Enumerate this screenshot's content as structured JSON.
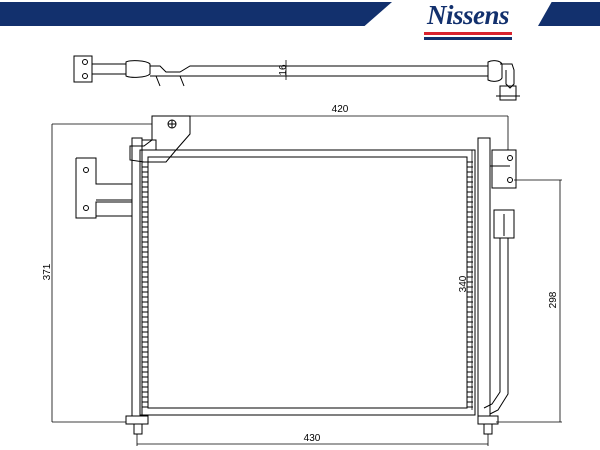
{
  "brand": {
    "name": "Nissens",
    "banner_color": "#12306d",
    "stripe_red": "#d9232e",
    "stripe_blue": "#12306d"
  },
  "dimensions": {
    "width_top": "420",
    "width_bottom": "430",
    "height_left": "371",
    "height_inner": "340",
    "height_right": "298",
    "pipe_diameter": "16"
  }
}
